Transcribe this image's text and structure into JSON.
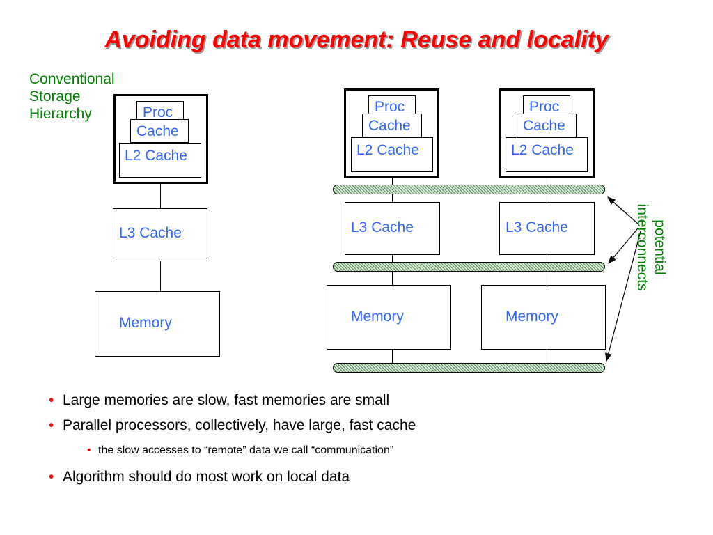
{
  "title": "Avoiding data movement:  Reuse and locality",
  "conventional_label": [
    "Conventional",
    "Storage",
    "Hierarchy"
  ],
  "interconnects_label": [
    "potential",
    "interconnects"
  ],
  "left_stack": {
    "proc": "Proc",
    "cache": "Cache",
    "l2": "L2 Cache",
    "l3": "L3 Cache",
    "memory": "Memory"
  },
  "right_nodes": [
    {
      "proc": "Proc",
      "cache": "Cache",
      "l2": "L2 Cache",
      "l3": "L3 Cache",
      "memory": "Memory"
    },
    {
      "proc": "Proc",
      "cache": "Cache",
      "l2": "L2 Cache",
      "l3": "L3 Cache",
      "memory": "Memory"
    }
  ],
  "bullets": [
    "Large memories are slow, fast memories are small",
    "Parallel processors, collectively, have large, fast cache",
    "the slow accesses to “remote” data we call “communication”",
    "Algorithm should do most work on local data"
  ],
  "colors": {
    "title": "#ff0000",
    "green": "#008000",
    "box_text": "#3366ff",
    "bullet": "#ff0000"
  }
}
